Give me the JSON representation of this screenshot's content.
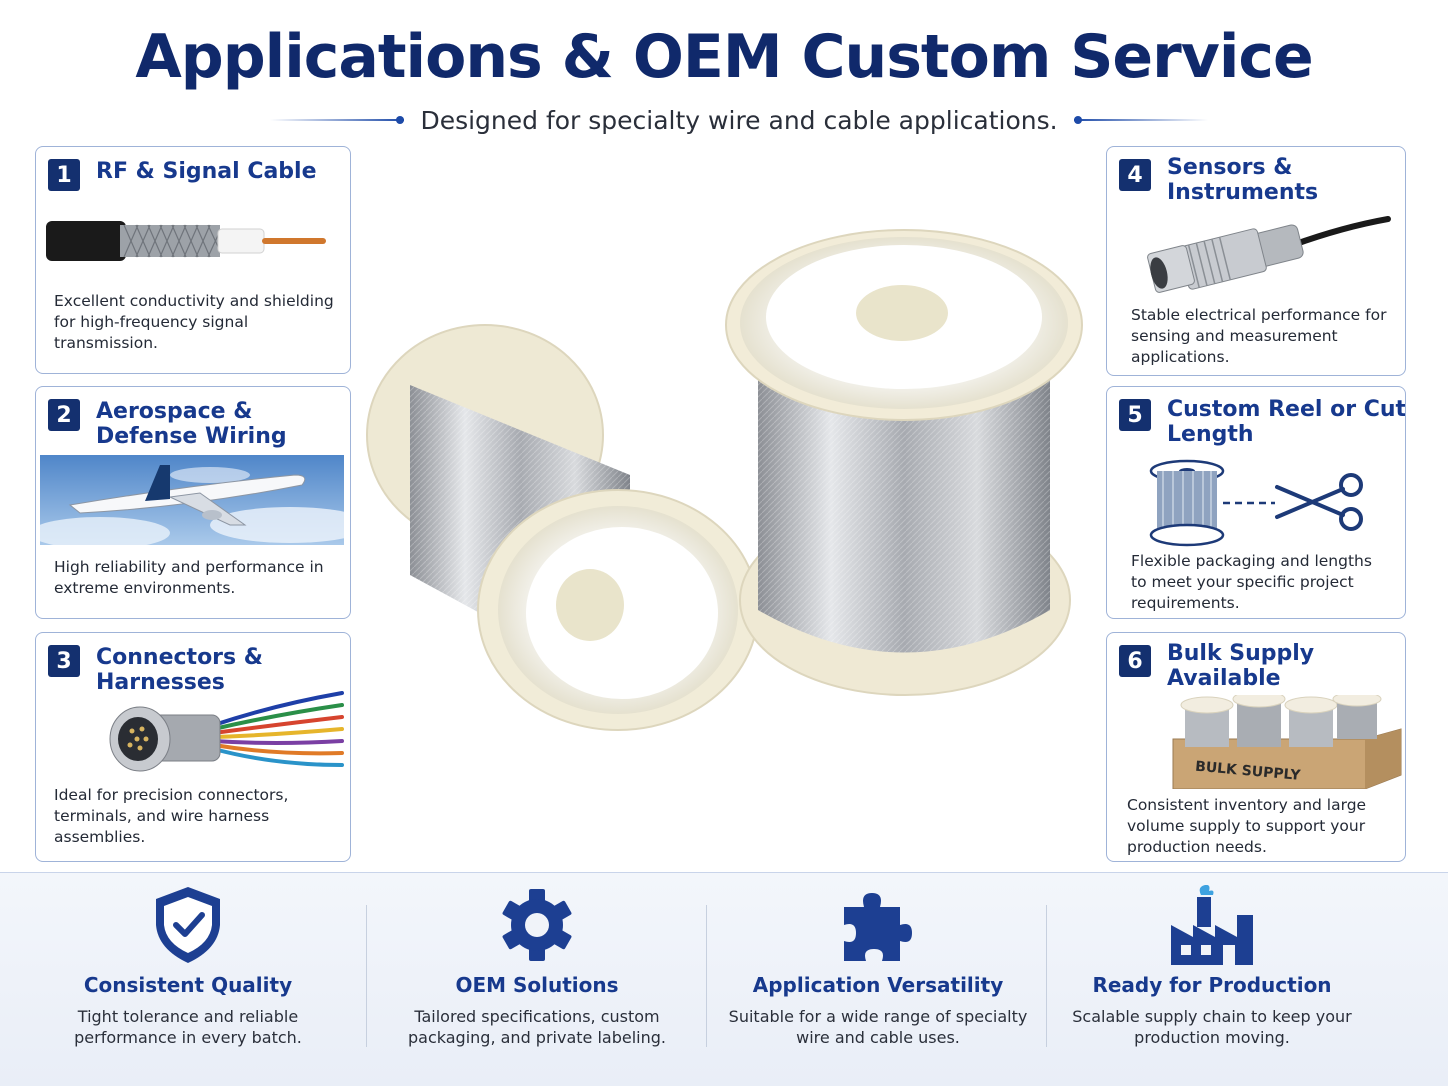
{
  "header": {
    "title": "Applications & OEM Custom Service",
    "subtitle": "Designed for specialty wire and cable applications."
  },
  "cards": [
    {
      "number": "1",
      "title": "RF & Signal Cable",
      "desc": "Excellent conductivity and shielding for high-frequency signal transmission.",
      "image": "coaxial-cable"
    },
    {
      "number": "2",
      "title": "Aerospace & Defense Wiring",
      "desc": "High reliability and performance in extreme environments.",
      "image": "airplane"
    },
    {
      "number": "3",
      "title": "Connectors & Harnesses",
      "desc": "Ideal for precision connectors, terminals, and wire harness assemblies.",
      "image": "connector-harness"
    },
    {
      "number": "4",
      "title": "Sensors & Instruments",
      "desc": "Stable electrical performance for sensing and measurement applications.",
      "image": "sensor-probe"
    },
    {
      "number": "5",
      "title": "Custom Reel or Cut Length",
      "desc": "Flexible packaging and lengths to meet your specific project requirements.",
      "image": "reel-scissors"
    },
    {
      "number": "6",
      "title": "Bulk Supply Available",
      "desc": "Consistent inventory and large volume supply to support your production needs.",
      "image": "bulk-spools",
      "box_label": "BULK SUPPLY"
    }
  ],
  "features": [
    {
      "icon": "shield-check-icon",
      "title": "Consistent Quality",
      "desc": "Tight tolerance and reliable performance in every batch."
    },
    {
      "icon": "gear-icon",
      "title": "OEM Solutions",
      "desc": "Tailored specifications, custom packaging, and private labeling."
    },
    {
      "icon": "puzzle-icon",
      "title": "Application Versatility",
      "desc": "Suitable for a wide range of specialty wire and cable uses."
    },
    {
      "icon": "factory-icon",
      "title": "Ready for Production",
      "desc": "Scalable supply chain to keep your production moving."
    }
  ],
  "colors": {
    "brand": "#10296b",
    "accent": "#17398d",
    "badge": "#14306f",
    "border": "#9fb3d8"
  }
}
